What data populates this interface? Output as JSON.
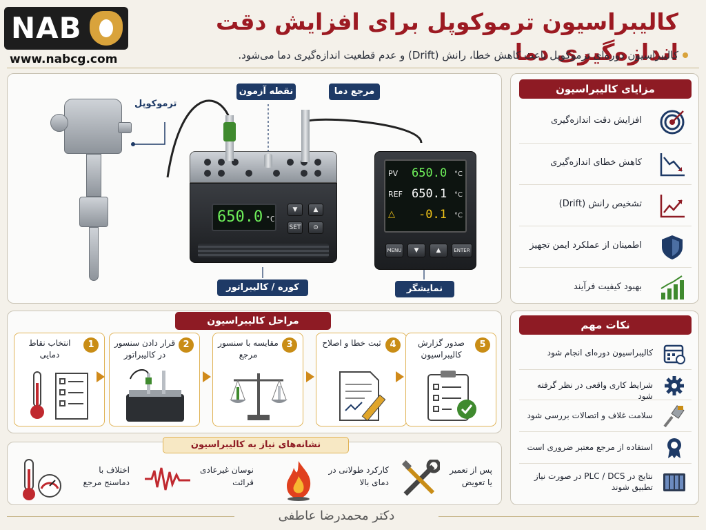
{
  "header": {
    "logo_text": "NAB",
    "website": "www.nabcg.com",
    "title": "کالیبراسیون ترموکوپل برای افزایش دقت اندازه‌گیری دما",
    "subtitle": "کالیبراسیون دوره‌ای ترموکوپل باعث کاهش خطا، رانش (Drift) و عدم قطعیت اندازه‌گیری دما می‌شود."
  },
  "diagram": {
    "thermocouple_label": "ترموکوپل",
    "test_point_label": "نقطه آزمون",
    "reference_label": "مرجع دما",
    "calibrator_label": "کوره / کالیبراتور",
    "display_label": "نمایشگر",
    "calibrator": {
      "reading": "650.0",
      "unit": "°C",
      "buttons": [
        "▼",
        "▲",
        "SET",
        "⊙"
      ]
    },
    "display": {
      "rows": [
        {
          "label": "PV",
          "value": "650.0",
          "unit": "°C",
          "color": "#6ef05a"
        },
        {
          "label": "REF",
          "value": "650.1",
          "unit": "°C",
          "color": "#ffffff"
        },
        {
          "label": "△",
          "value": "-0.1",
          "unit": "°C",
          "color": "#f0c419"
        }
      ],
      "buttons": [
        "MENU",
        "▼",
        "▲",
        "ENTER"
      ]
    }
  },
  "benefits": {
    "title": "مزایای کالیبراسیون",
    "items": [
      {
        "label": "افزایش دقت اندازه‌گیری",
        "icon": "target-icon"
      },
      {
        "label": "کاهش خطای اندازه‌گیری",
        "icon": "declining-chart-icon"
      },
      {
        "label": "تشخیص رانش (Drift)",
        "icon": "trend-chart-icon"
      },
      {
        "label": "اطمینان از عملکرد ایمن تجهیز",
        "icon": "shield-icon"
      },
      {
        "label": "بهبود کیفیت فرآیند",
        "icon": "growth-bars-icon"
      }
    ]
  },
  "steps": {
    "title": "مراحل کالیبراسیون",
    "items": [
      {
        "num": "1",
        "label": "انتخاب نقاط دمایی",
        "icon": "thermometer-checklist-icon"
      },
      {
        "num": "2",
        "label": "قرار دادن سنسور در کالیبراتور",
        "icon": "calibrator-sensor-icon"
      },
      {
        "num": "3",
        "label": "مقایسه با سنسور مرجع",
        "icon": "balance-scale-icon"
      },
      {
        "num": "4",
        "label": "ثبت خطا و اصلاح",
        "icon": "document-pencil-icon"
      },
      {
        "num": "5",
        "label": "صدور گزارش کالیبراسیون",
        "icon": "clipboard-check-icon"
      }
    ]
  },
  "notes": {
    "title": "نکات مهم",
    "items": [
      {
        "label": "کالیبراسیون دوره‌ای انجام شود",
        "icon": "calendar-icon"
      },
      {
        "label": "شرایط کاری واقعی در نظر گرفته شود",
        "icon": "gear-icon"
      },
      {
        "label": "سلامت غلاف و اتصالات بررسی شود",
        "icon": "probe-icon"
      },
      {
        "label": "استفاده از مرجع معتبر ضروری است",
        "icon": "certificate-icon"
      },
      {
        "label": "نتایج در PLC / DCS در صورت نیاز تطبیق شوند",
        "icon": "plc-icon"
      }
    ]
  },
  "signs": {
    "title": "نشانه‌های نیاز به کالیبراسیون",
    "items": [
      {
        "label": "پس از تعمیر یا تعویض",
        "icon": "tools-icon"
      },
      {
        "label": "کارکرد طولانی در دمای بالا",
        "icon": "flame-icon"
      },
      {
        "label": "نوسان غیرعادی قرائت",
        "icon": "signal-wave-icon"
      },
      {
        "label": "اختلاف با دماسنج مرجع",
        "icon": "thermometer-gauge-icon"
      }
    ]
  },
  "footer": {
    "author": "دکتر محمدرضا عاطفی"
  },
  "colors": {
    "title_red": "#9c1a22",
    "pill_red": "#8e1b24",
    "navy": "#1e3a66",
    "gold": "#c98d16"
  }
}
